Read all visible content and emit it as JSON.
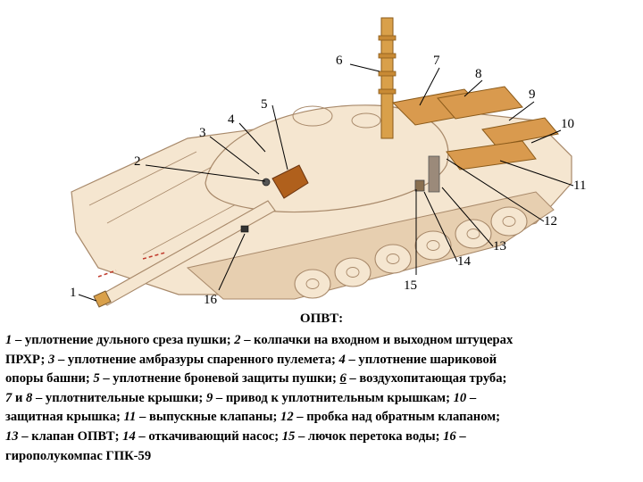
{
  "callouts": [
    "1",
    "2",
    "3",
    "4",
    "5",
    "6",
    "7",
    "8",
    "9",
    "10",
    "11",
    "12",
    "13",
    "14",
    "15",
    "16"
  ],
  "caption": {
    "title": "ОПВТ:",
    "lines": [
      [
        {
          "t": "1",
          "i": true
        },
        {
          "t": " – уплотнение дульного среза пушки; "
        },
        {
          "t": "2",
          "i": true
        },
        {
          "t": " – колпачки на входном и выходном штуцерах"
        }
      ],
      [
        {
          "t": "ПРХР; "
        },
        {
          "t": "3",
          "i": true
        },
        {
          "t": " – уплотнение амбразуры спаренного пулемета; "
        },
        {
          "t": "4",
          "i": true
        },
        {
          "t": " – уплотнение шариковой"
        }
      ],
      [
        {
          "t": "опоры башни; "
        },
        {
          "t": "5",
          "i": true
        },
        {
          "t": " – уплотнение броневой защиты пушки; "
        },
        {
          "t": "6",
          "i": true,
          "u": true
        },
        {
          "t": " – воздухопитающая труба;"
        }
      ],
      [
        {
          "t": "7",
          "i": true
        },
        {
          "t": " и "
        },
        {
          "t": "8",
          "i": true
        },
        {
          "t": " – уплотнительные крышки; "
        },
        {
          "t": "9",
          "i": true
        },
        {
          "t": " – привод к уплотнительным крышкам;  "
        },
        {
          "t": "10",
          "i": true
        },
        {
          "t": " –"
        }
      ],
      [
        {
          "t": "защитная крышка; "
        },
        {
          "t": "11",
          "i": true
        },
        {
          "t": " – выпускные клапаны; "
        },
        {
          "t": "12",
          "i": true
        },
        {
          "t": " – пробка над обратным клапаном;"
        }
      ],
      [
        {
          "t": "13",
          "i": true
        },
        {
          "t": " – клапан ОПВТ; "
        },
        {
          "t": "14",
          "i": true
        },
        {
          "t": " – откачивающий насос; "
        },
        {
          "t": "15",
          "i": true
        },
        {
          "t": " – лючок перетока воды; "
        },
        {
          "t": "16",
          "i": true
        },
        {
          "t": " –"
        }
      ],
      [
        {
          "t": "гирополукомпас ГПК-59"
        }
      ]
    ]
  },
  "colors": {
    "hull": "#f5e6d0",
    "hull_shade": "#e7cfb0",
    "outline": "#a8896a",
    "brown_part": "#b0601c",
    "tube": "#d9a04a",
    "covers": "#d99a4e",
    "callout_line": "#000000"
  }
}
